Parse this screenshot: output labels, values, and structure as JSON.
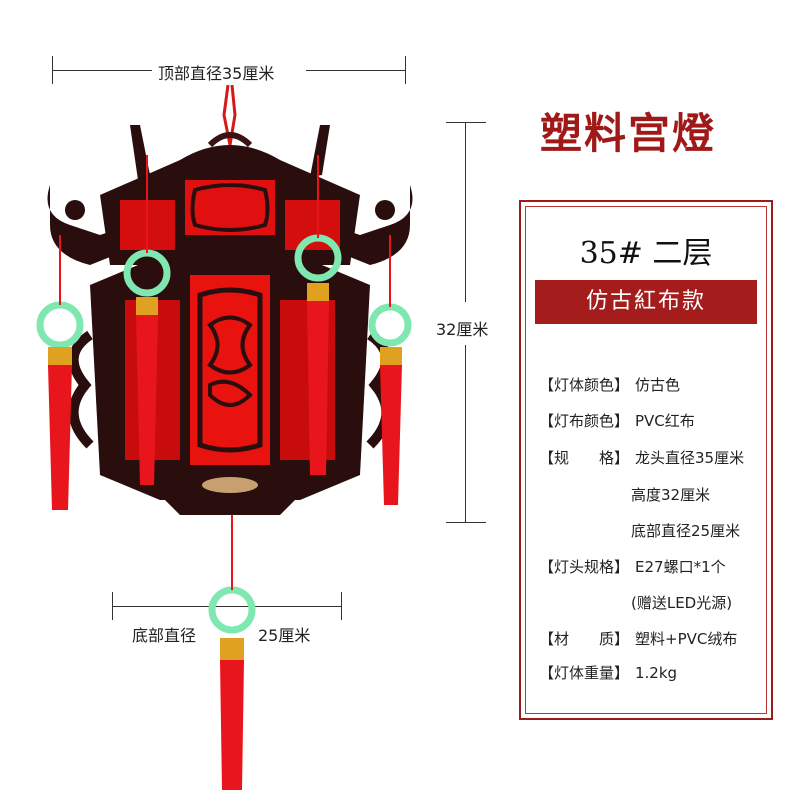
{
  "dimensions": {
    "top_diameter": "顶部直径35厘米",
    "height": "32厘米",
    "bottom_label": "底部直径",
    "bottom_value": "25厘米"
  },
  "product": {
    "title": "塑料宫燈",
    "model": "35# 二层",
    "style": "仿古紅布款"
  },
  "specs": [
    {
      "label": "【灯体颜色】",
      "value": "仿古色"
    },
    {
      "label": "【灯布颜色】",
      "value": "PVC红布"
    },
    {
      "label": "【规　　格】",
      "value": "龙头直径35厘米",
      "extra": [
        "高度32厘米",
        "底部直径25厘米"
      ]
    },
    {
      "label": "【灯头规格】",
      "value": "E27螺口*1个",
      "extra": [
        "(赠送LED光源)"
      ]
    },
    {
      "label": "【材　　质】",
      "value": "塑料+PVC绒布"
    },
    {
      "label": "【灯体重量】",
      "value": "1.2kg"
    }
  ],
  "colors": {
    "accent_red": "#a51c1c",
    "lantern_red": "#e01010",
    "frame_dark": "#2a0e0e",
    "jade_green": "#7fe8b0",
    "tassel_red": "#e8161c"
  },
  "icons": [
    "chinese-palace-lantern",
    "jade-knot-ornament",
    "tassel"
  ]
}
